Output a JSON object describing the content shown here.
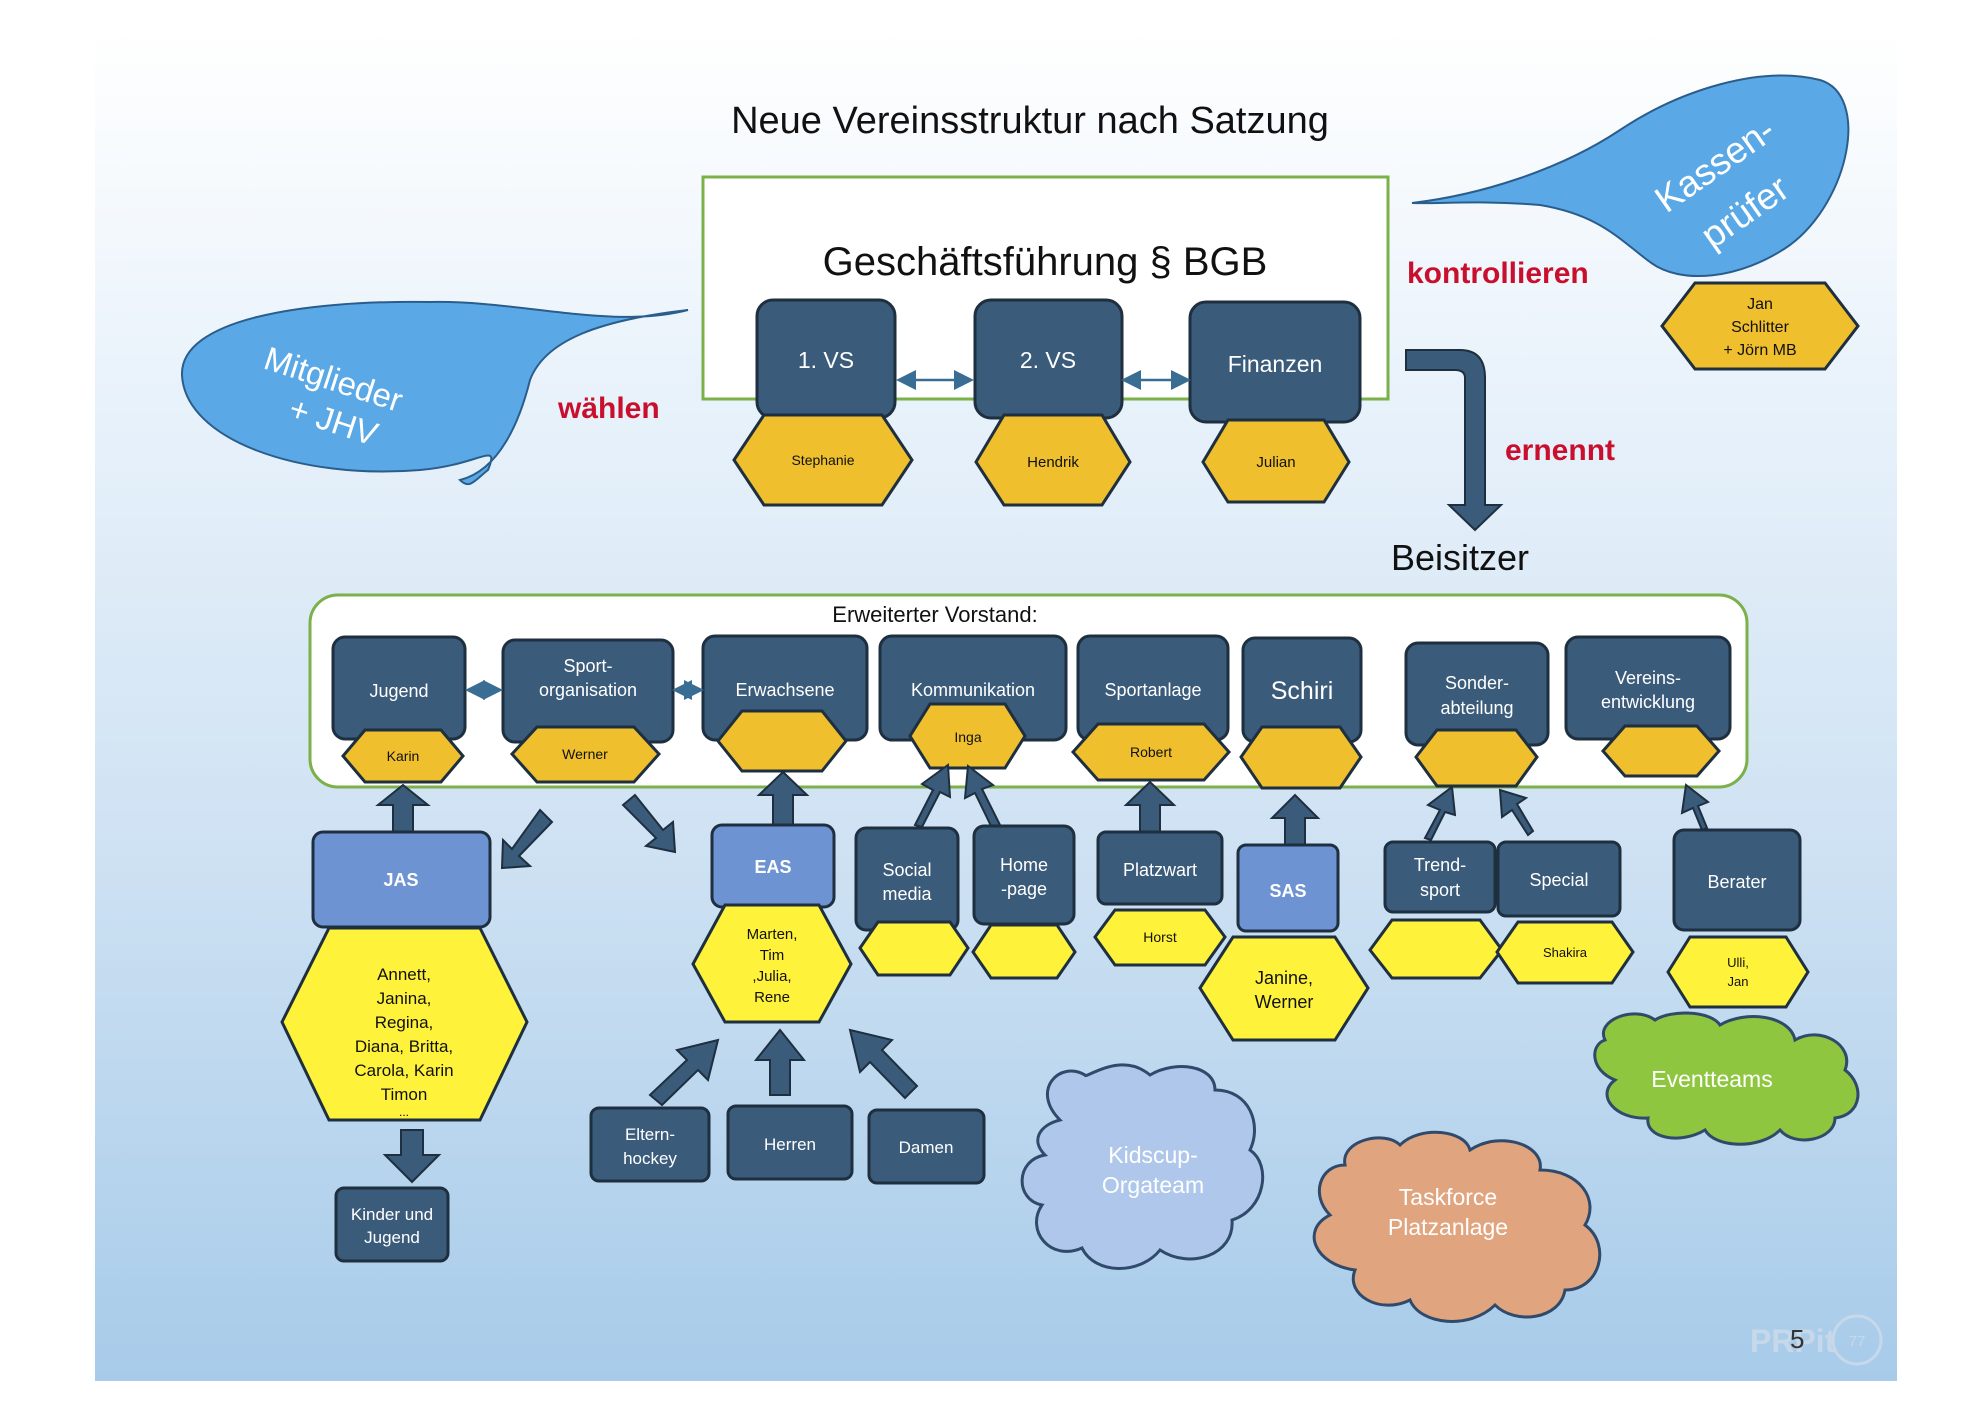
{
  "title": "Neue Vereinsstruktur nach Satzung",
  "gf": {
    "title": "Geschäftsführung § BGB",
    "vs1": "1. VS",
    "vs2": "2. VS",
    "fin": "Finanzen",
    "p1": "Stephanie",
    "p2": "Hendrik",
    "p3": "Julian"
  },
  "members": {
    "line1": "Mitglieder",
    "line2": "+ JHV"
  },
  "kassen": {
    "line1": "Kassen-",
    "line2": "prüfer",
    "names": [
      "Jan",
      "Schlitter",
      "+ Jörn MB"
    ]
  },
  "verbs": {
    "waehlen": "wählen",
    "kontrollieren": "kontrollieren",
    "ernennt": "ernennt"
  },
  "beisitzer": "Beisitzer",
  "ev": {
    "title": "Erweiterter Vorstand:",
    "jugend": "Jugend",
    "karin": "Karin",
    "sport1": "Sport-",
    "sport2": "organisation",
    "werner": "Werner",
    "erwachsene": "Erwachsene",
    "komm": "Kommunikation",
    "inga": "Inga",
    "sportanlage": "Sportanlage",
    "robert": "Robert",
    "schiri": "Schiri",
    "sonder1": "Sonder-",
    "sonder2": "abteilung",
    "verein1": "Vereins-",
    "verein2": "entwicklung"
  },
  "lower": {
    "jas": "JAS",
    "jas_names": [
      "Annett,",
      "Janina,",
      "Regina,",
      "Diana, Britta,",
      "Carola, Karin",
      "Timon",
      "..."
    ],
    "kinder": [
      "Kinder und",
      "Jugend"
    ],
    "eas": "EAS",
    "eas_names": [
      "Marten,",
      "Tim",
      ",Julia,",
      "Rene"
    ],
    "eltern": [
      "Eltern-",
      "hockey"
    ],
    "herren": "Herren",
    "damen": "Damen",
    "social": [
      "Social",
      "media"
    ],
    "homepage": [
      "Home",
      "-page"
    ],
    "platzwart": "Platzwart",
    "horst": "Horst",
    "sas": "SAS",
    "sas_names": [
      "Janine,",
      "Werner"
    ],
    "trend": [
      "Trend-",
      "sport"
    ],
    "special": "Special",
    "shakira": "Shakira",
    "berater": "Berater",
    "berater_names": [
      "Ulli,",
      "Jan"
    ]
  },
  "clouds": {
    "kidscup": [
      "Kidscup-",
      "Orgateam"
    ],
    "taskforce": [
      "Taskforce",
      "Platzanlage"
    ],
    "event": "Eventteams"
  },
  "footer": {
    "logo": "PRPit",
    "page": "5",
    "num": "77"
  },
  "colors": {
    "box": "#3a5b7a",
    "hexgold": "#efbf2e",
    "hexyellow": "#fff23a",
    "red": "#c8102e",
    "bluelight": "#6e93d2",
    "bubble": "#5aa9e6",
    "border": "#7bb04a"
  }
}
